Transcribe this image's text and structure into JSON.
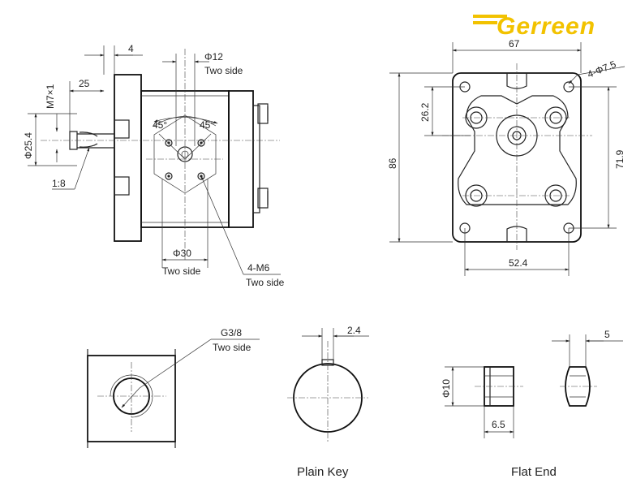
{
  "brand": {
    "name": "Gerreen",
    "color": "#f2c200"
  },
  "front_view": {
    "dim_flange_thk": "4",
    "dim_shaft_len": "25",
    "thread": "M7×1",
    "pilot_dia": "Φ25.4",
    "taper": "1:8",
    "port_dia": "Φ12",
    "port_dia_note": "Two side",
    "angle_left": "45°",
    "angle_right": "45°",
    "bolt_circle": "Φ30",
    "bolt_circle_note": "Two side",
    "bolt_thread": "4-M6",
    "bolt_thread_note": "Two side"
  },
  "flange_view": {
    "width": "67",
    "height": "86",
    "holes": "4-Φ7.5",
    "offset_v": "26.2",
    "bolt_v": "71.9",
    "bolt_h": "52.4"
  },
  "port_view": {
    "thread": "G3/8",
    "note": "Two side"
  },
  "plain_key": {
    "width": "2.4",
    "label": "Plain Key"
  },
  "flat_end": {
    "dia": "Φ10",
    "len": "6.5",
    "flat": "5",
    "label": "Flat End"
  }
}
